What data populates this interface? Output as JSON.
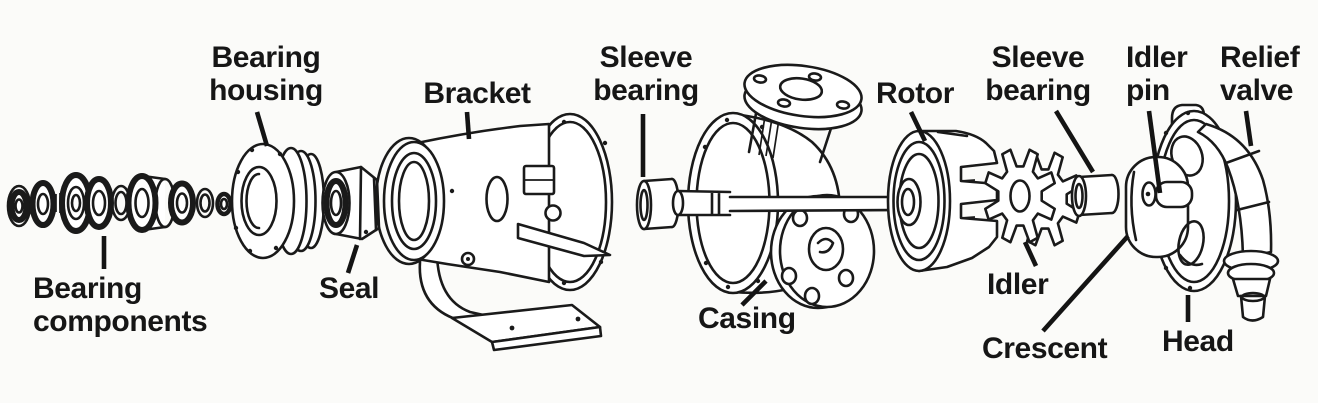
{
  "labels": {
    "bearing_housing": {
      "text": "Bearing\nhousing"
    },
    "bracket": {
      "text": "Bracket"
    },
    "sleeve_bearing_left": {
      "text": "Sleeve\nbearing"
    },
    "rotor": {
      "text": "Rotor"
    },
    "sleeve_bearing_right": {
      "text": "Sleeve\nbearing"
    },
    "idler_pin": {
      "text": "Idler\npin"
    },
    "relief_valve": {
      "text": "Relief\nvalve"
    },
    "bearing_components": {
      "text": "Bearing\ncomponents"
    },
    "seal": {
      "text": "Seal"
    },
    "casing": {
      "text": "Casing"
    },
    "idler": {
      "text": "Idler"
    },
    "crescent": {
      "text": "Crescent"
    },
    "head": {
      "text": "Head"
    }
  },
  "colors": {
    "ink": "#1a1a1a",
    "background": "#fbfbf9"
  }
}
